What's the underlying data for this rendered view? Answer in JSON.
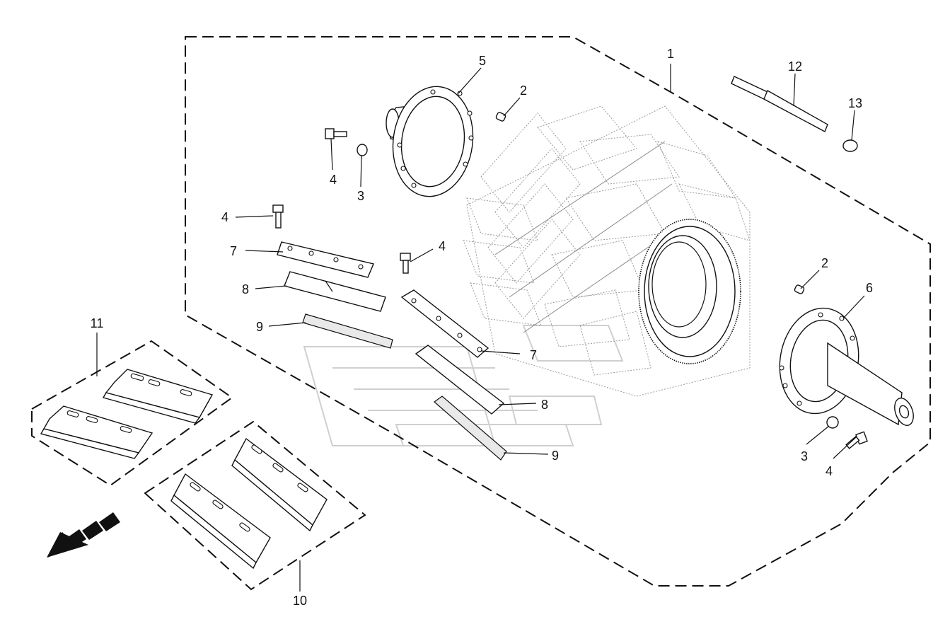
{
  "callouts": {
    "c1": "1",
    "c2a": "2",
    "c2b": "2",
    "c3a": "3",
    "c3b": "3",
    "c4a": "4",
    "c4b": "4",
    "c4c": "4",
    "c4d": "4",
    "c5": "5",
    "c6": "6",
    "c7a": "7",
    "c7b": "7",
    "c8a": "8",
    "c8b": "8",
    "c9a": "9",
    "c9b": "9",
    "c10": "10",
    "c11": "11",
    "c12": "12",
    "c13": "13"
  },
  "icons": {
    "direction_arrow": "direction-arrow-icon"
  }
}
